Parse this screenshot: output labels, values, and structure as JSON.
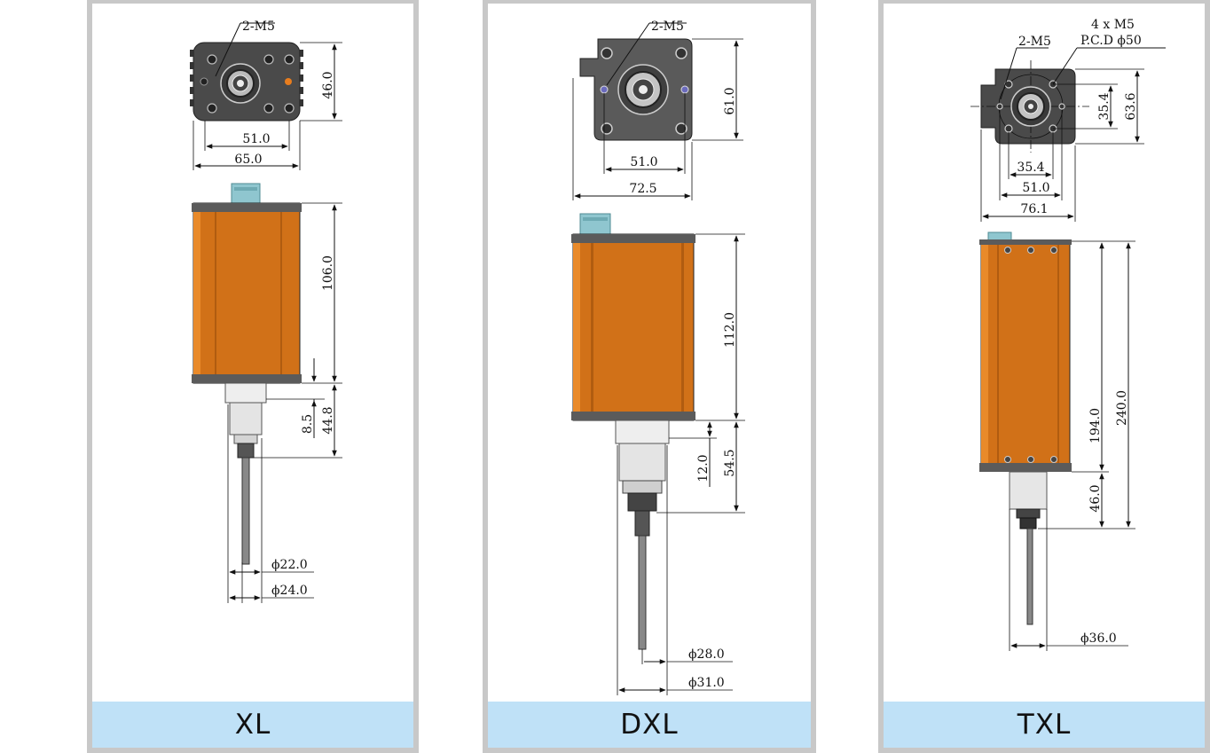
{
  "colors": {
    "housing": "#d17118",
    "housing_dark": "#b05c10",
    "housing_light": "#e98a2a",
    "cap": "#4a4a4a",
    "flange": "#5b5b5b",
    "caption_bg": "#bfe1f7",
    "connector": "#8fc6cf"
  },
  "icons": {
    "hole": "mount-hole-icon",
    "spindle": "spindle-collet-icon"
  },
  "panels": [
    {
      "caption": "XL",
      "top_dims": {
        "holes": "2-M5",
        "height": "46.0",
        "inner_width": "51.0",
        "outer_width": "65.0"
      },
      "side_dims": {
        "body": "106.0",
        "short": "8.5",
        "nose": "44.8",
        "d1": "ϕ22.0",
        "d2": "ϕ24.0"
      }
    },
    {
      "caption": "DXL",
      "top_dims": {
        "holes": "2-M5",
        "height": "61.0",
        "inner_width": "51.0",
        "outer_width": "72.5"
      },
      "side_dims": {
        "body": "112.0",
        "short": "12.0",
        "nose": "54.5",
        "d1": "ϕ28.0",
        "d2": "ϕ31.0"
      }
    },
    {
      "caption": "TXL",
      "top_dims": {
        "holes": "2-M5",
        "pattern_line1": "4 x  M5",
        "pattern_line2": "P.C.D ϕ50",
        "pitch_v": "35.4",
        "height": "63.6",
        "pitch_h": "35.4",
        "inner_width": "51.0",
        "outer_width": "76.1"
      },
      "side_dims": {
        "body": "194.0",
        "total": "240.0",
        "nose": "46.0",
        "d1": "ϕ36.0"
      }
    }
  ]
}
